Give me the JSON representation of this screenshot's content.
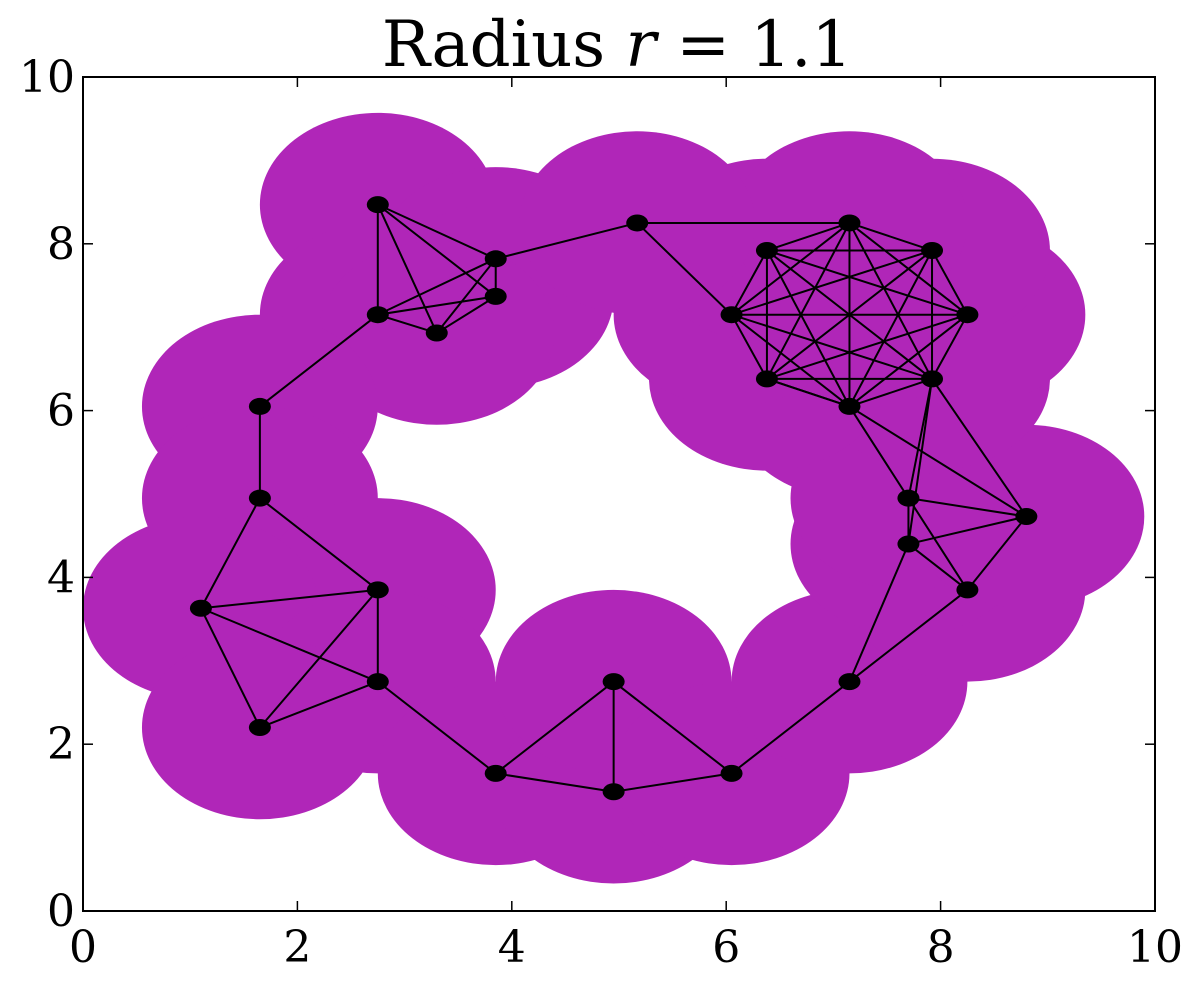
{
  "chart_data": {
    "type": "scatter",
    "title": "Radius r = 1.1",
    "title_parts": {
      "prefix": "Radius ",
      "variable": "r",
      "suffix": " = 1.1"
    },
    "radius": 1.1,
    "xlim": [
      0,
      10
    ],
    "ylim": [
      0,
      10
    ],
    "xticks": [
      0,
      2,
      4,
      6,
      8,
      10
    ],
    "yticks": [
      0,
      2,
      4,
      6,
      8,
      10
    ],
    "grid": false,
    "colors": {
      "ball": "#b026b8",
      "point": "#000000",
      "edge": "#000000"
    },
    "points": [
      [
        2.75,
        8.47
      ],
      [
        3.85,
        7.82
      ],
      [
        3.85,
        7.37
      ],
      [
        2.75,
        7.15
      ],
      [
        3.3,
        6.93
      ],
      [
        1.65,
        6.05
      ],
      [
        1.65,
        4.95
      ],
      [
        2.75,
        3.85
      ],
      [
        1.1,
        3.63
      ],
      [
        2.75,
        2.75
      ],
      [
        1.65,
        2.2
      ],
      [
        3.85,
        1.65
      ],
      [
        4.95,
        1.43
      ],
      [
        4.95,
        2.75
      ],
      [
        6.05,
        1.65
      ],
      [
        7.15,
        2.75
      ],
      [
        8.25,
        3.85
      ],
      [
        7.7,
        4.4
      ],
      [
        7.7,
        4.95
      ],
      [
        8.8,
        4.73
      ],
      [
        7.15,
        6.05
      ],
      [
        7.92,
        6.38
      ],
      [
        6.38,
        6.38
      ],
      [
        6.05,
        7.15
      ],
      [
        8.25,
        7.15
      ],
      [
        6.38,
        7.92
      ],
      [
        7.92,
        7.92
      ],
      [
        7.15,
        8.25
      ],
      [
        5.17,
        8.25
      ]
    ],
    "edges": [
      [
        0,
        3
      ],
      [
        0,
        1
      ],
      [
        0,
        2
      ],
      [
        0,
        4
      ],
      [
        1,
        2
      ],
      [
        1,
        3
      ],
      [
        1,
        4
      ],
      [
        1,
        28
      ],
      [
        2,
        3
      ],
      [
        2,
        4
      ],
      [
        3,
        4
      ],
      [
        3,
        5
      ],
      [
        5,
        6
      ],
      [
        6,
        7
      ],
      [
        6,
        8
      ],
      [
        7,
        8
      ],
      [
        7,
        9
      ],
      [
        7,
        10
      ],
      [
        8,
        9
      ],
      [
        8,
        10
      ],
      [
        9,
        10
      ],
      [
        9,
        11
      ],
      [
        11,
        12
      ],
      [
        11,
        13
      ],
      [
        12,
        13
      ],
      [
        12,
        14
      ],
      [
        13,
        14
      ],
      [
        14,
        15
      ],
      [
        15,
        16
      ],
      [
        15,
        17
      ],
      [
        16,
        17
      ],
      [
        16,
        18
      ],
      [
        16,
        19
      ],
      [
        17,
        18
      ],
      [
        17,
        19
      ],
      [
        18,
        19
      ],
      [
        18,
        20
      ],
      [
        18,
        21
      ],
      [
        17,
        21
      ],
      [
        19,
        20
      ],
      [
        19,
        21
      ],
      [
        22,
        20
      ],
      [
        27,
        28
      ],
      [
        28,
        23
      ],
      [
        20,
        21
      ],
      [
        20,
        22
      ],
      [
        20,
        23
      ],
      [
        20,
        24
      ],
      [
        20,
        25
      ],
      [
        20,
        26
      ],
      [
        20,
        27
      ],
      [
        21,
        22
      ],
      [
        21,
        23
      ],
      [
        21,
        24
      ],
      [
        21,
        25
      ],
      [
        21,
        26
      ],
      [
        21,
        27
      ],
      [
        22,
        23
      ],
      [
        22,
        24
      ],
      [
        22,
        25
      ],
      [
        22,
        26
      ],
      [
        22,
        27
      ],
      [
        23,
        24
      ],
      [
        23,
        25
      ],
      [
        23,
        26
      ],
      [
        23,
        27
      ],
      [
        24,
        25
      ],
      [
        24,
        26
      ],
      [
        24,
        27
      ],
      [
        25,
        26
      ],
      [
        25,
        27
      ],
      [
        26,
        27
      ]
    ]
  }
}
